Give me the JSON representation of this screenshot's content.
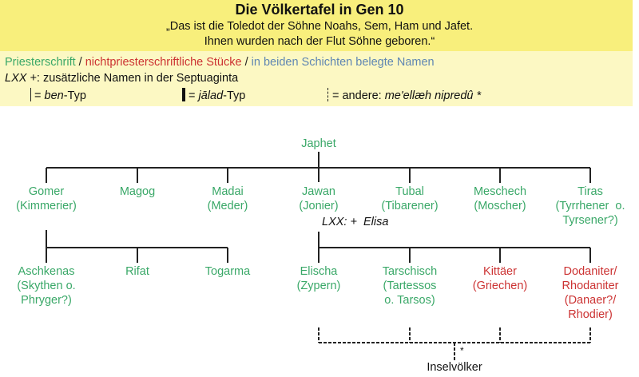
{
  "header": {
    "title": "Die Völkertafel in Gen 10",
    "quote_line1": "„Das ist die Toledot der Söhne Noahs, Sem, Ham und Jafet.",
    "quote_line2": "Ihnen wurden nach der Flut Söhne geboren.“"
  },
  "legend": {
    "sources": [
      {
        "label": "Priesterschrift",
        "color": "#3aa868"
      },
      {
        "label": "nichtpriesterschriftliche Stücke",
        "color": "#cc3333"
      },
      {
        "label": "in beiden Schichten belegte Namen",
        "color": "#5f86b3"
      }
    ],
    "separator": "/",
    "lxx_key": "LXX +",
    "lxx_text": ": zusätzliche Namen in der Septuaginta",
    "line_types": [
      {
        "symbol": "thin-line",
        "eq": "= ",
        "term": "ben",
        "suffix": "-Typ"
      },
      {
        "symbol": "thick-line",
        "eq": "= ",
        "term": "jālad",
        "suffix": "-Typ"
      },
      {
        "symbol": "dashed-line",
        "eq": "= andere: ",
        "term": "me'ellæh nipredû *",
        "suffix": ""
      }
    ]
  },
  "tree": {
    "root": {
      "name": "Japhet",
      "color": "#3aa868"
    },
    "sons": [
      {
        "name": "Gomer",
        "gloss": "(Kimmerier)",
        "color": "#3aa868"
      },
      {
        "name": "Magog",
        "gloss": "",
        "color": "#3aa868"
      },
      {
        "name": "Madai",
        "gloss": "(Meder)",
        "color": "#3aa868"
      },
      {
        "name": "Jawan",
        "gloss": "(Jonier)",
        "color": "#3aa868"
      },
      {
        "name": "Tubal",
        "gloss": "(Tibarener)",
        "color": "#3aa868"
      },
      {
        "name": "Meschech",
        "gloss": "(Moscher)",
        "color": "#3aa868"
      },
      {
        "name": "Tiras",
        "gloss": "(Tyrrhener  o.",
        "gloss2": "Tyrsener?)",
        "color": "#3aa868"
      }
    ],
    "lxx_note": "LXX: +  Elisa",
    "gomer_sons": [
      {
        "name": "Aschkenas",
        "gloss": "(Skythen o.",
        "gloss2": "Phryger?)",
        "color": "#3aa868"
      },
      {
        "name": "Rifat",
        "gloss": "",
        "color": "#3aa868"
      },
      {
        "name": "Togarma",
        "gloss": "",
        "color": "#3aa868"
      }
    ],
    "jawan_sons": [
      {
        "name": "Elischa",
        "gloss": "(Zypern)",
        "color": "#3aa868"
      },
      {
        "name": "Tarschisch",
        "gloss": "(Tartessos",
        "gloss2": "o. Tarsos)",
        "color": "#3aa868"
      },
      {
        "name": "Kittäer",
        "gloss": "(Griechen)",
        "color": "#cc3333"
      },
      {
        "name": "Dodaniter/",
        "gloss": "Rhodaniter",
        "gloss2": "(Danaer?/",
        "gloss3": "Rhodier)",
        "color": "#cc3333"
      }
    ],
    "island_group": {
      "label": "Inselvölker",
      "marker": "*"
    }
  }
}
